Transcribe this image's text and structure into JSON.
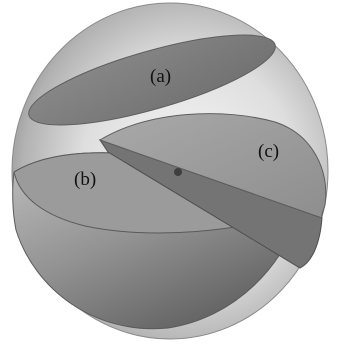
{
  "diagram": {
    "labels": {
      "a": "(a)",
      "b": "(b)",
      "c": "(c)"
    },
    "colors": {
      "background": "#ffffff",
      "sphere_light": "#f4f4f4",
      "sphere_dark": "#8c8c8c",
      "disc_a": "#7e7e7e",
      "disc_b_face": "#9a9a9a",
      "hemisphere_b_light": "#b6b6b6",
      "hemisphere_b_dark": "#5e5e5e",
      "disc_c_top": "#9e9e9e",
      "disc_c_edge": "#767676",
      "center_point": "#3f3f3f"
    }
  }
}
